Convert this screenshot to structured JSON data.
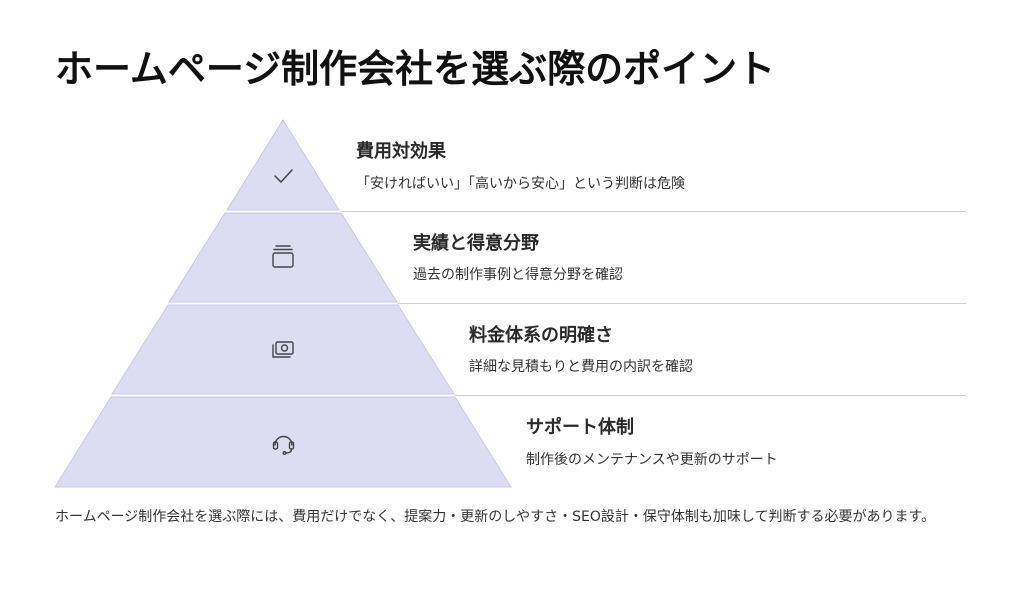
{
  "title": "ホームページ制作会社を選ぶ際のポイント",
  "colors": {
    "tier_fill": "#dcdcf2",
    "tier_stroke": "#c8c8e8",
    "divider": "#d0d0d0",
    "icon": "#444444"
  },
  "tiers": [
    {
      "icon": "check-icon",
      "title": "費用対効果",
      "description": "「安ければいい」「高いから安心」という判断は危険"
    },
    {
      "icon": "layers-icon",
      "title": "実績と得意分野",
      "description": "過去の制作事例と得意分野を確認"
    },
    {
      "icon": "money-icon",
      "title": "料金体系の明確さ",
      "description": "詳細な見積もりと費用の内訳を確認"
    },
    {
      "icon": "headset-icon",
      "title": "サポート体制",
      "description": "制作後のメンテナンスや更新のサポート"
    }
  ],
  "summary": "ホームページ制作会社を選ぶ際には、費用だけでなく、提案力・更新のしやすさ・SEO設計・保守体制も加味して判断する必要があります。"
}
